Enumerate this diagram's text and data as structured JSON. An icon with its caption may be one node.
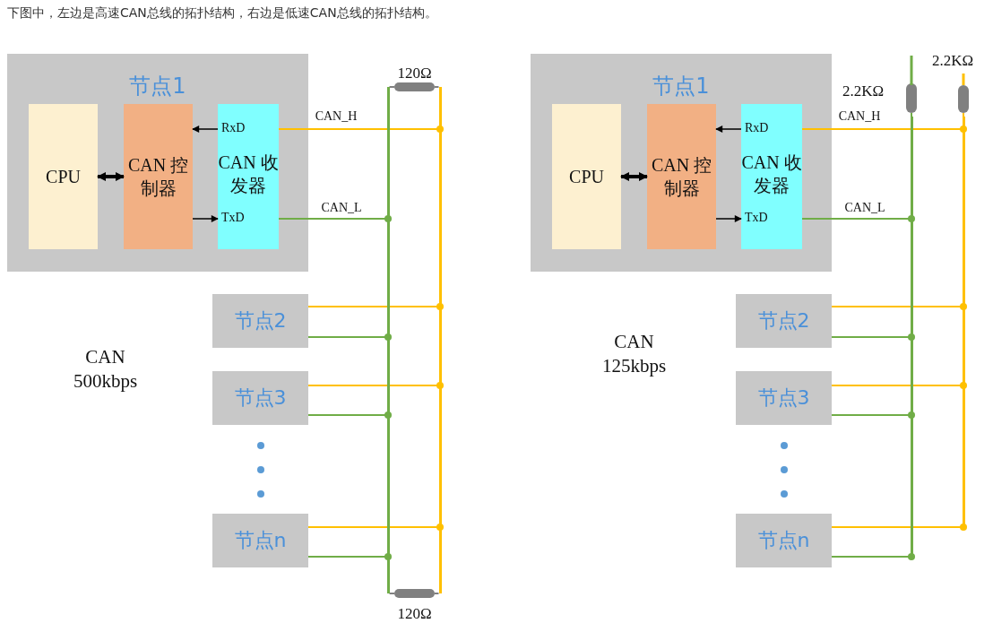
{
  "diagram": {
    "title": "下图中，左边是高速CAN总线的拓扑结构，右边是低速CAN总线的拓扑结构。",
    "nodes": [
      {
        "text": [
          "节点1"
        ]
      },
      {
        "text": [
          "CPU"
        ],
        "in": 0
      },
      {
        "text": [
          "CAN 控制器"
        ],
        "in": 0
      },
      {
        "text": [
          "RxD",
          "CAN 收发器",
          "TxD"
        ],
        "in": 0
      },
      {
        "text": [
          "节点2"
        ]
      },
      {
        "text": [
          "节点3"
        ]
      },
      {
        "text": [
          "节点n"
        ]
      },
      {
        "text": [
          "120Ω"
        ]
      },
      {
        "text": [],
        "shape": "bar"
      },
      {
        "text": [],
        "shape": "bar"
      },
      {
        "text": [
          "120Ω"
        ]
      },
      {
        "text": [
          "节点1"
        ]
      },
      {
        "text": [
          "CPU"
        ],
        "in": 11
      },
      {
        "text": [
          "CAN 控制器"
        ],
        "in": 11
      },
      {
        "text": [
          "RxD",
          "CAN 收发器",
          "TxD"
        ],
        "in": 11
      },
      {
        "text": [
          "节点2"
        ]
      },
      {
        "text": [
          "节点3"
        ]
      },
      {
        "text": [
          "节点n"
        ]
      },
      {
        "text": [
          "2.2KΩ"
        ]
      },
      {
        "text": [
          "2.2KΩ"
        ]
      },
      {
        "text": [],
        "shape": "bar"
      },
      {
        "text": [],
        "shape": "bar"
      }
    ],
    "edges": [
      {
        "from": 1,
        "to": 2,
        "arrow": "both",
        "style": "thick",
        "color": "#000000"
      },
      {
        "from": 3,
        "to": 2,
        "arrow": "to",
        "color": "#000000"
      },
      {
        "from": 2,
        "to": 3,
        "arrow": "to",
        "color": "#000000"
      },
      {
        "from": 3,
        "to": 9,
        "arrow": "other",
        "label": "CAN_H",
        "color": "#ffc000"
      },
      {
        "from": 3,
        "to": 8,
        "arrow": "other",
        "label": "CAN_L",
        "color": "#70ad47"
      },
      {
        "from": 4,
        "to": 9,
        "arrow": "other",
        "color": "#ffc000"
      },
      {
        "from": 4,
        "to": 8,
        "arrow": "other",
        "color": "#70ad47"
      },
      {
        "from": 5,
        "to": 9,
        "arrow": "other",
        "color": "#ffc000"
      },
      {
        "from": 5,
        "to": 8,
        "arrow": "other",
        "color": "#70ad47"
      },
      {
        "from": 6,
        "to": 9,
        "arrow": "other",
        "color": "#ffc000"
      },
      {
        "from": 6,
        "to": 8,
        "arrow": "other",
        "color": "#70ad47"
      },
      {
        "from": 8,
        "to": 7,
        "arrow": "none",
        "color": "#808080"
      },
      {
        "from": 7,
        "to": 9,
        "arrow": "none",
        "color": "#808080"
      },
      {
        "from": 8,
        "to": 10,
        "arrow": "none",
        "color": "#808080"
      },
      {
        "from": 10,
        "to": 9,
        "arrow": "none",
        "color": "#808080"
      },
      {
        "from": 12,
        "to": 13,
        "arrow": "both",
        "style": "thick",
        "color": "#000000"
      },
      {
        "from": 14,
        "to": 13,
        "arrow": "to",
        "color": "#000000"
      },
      {
        "from": 13,
        "to": 14,
        "arrow": "to",
        "color": "#000000"
      },
      {
        "from": 14,
        "to": 21,
        "arrow": "other",
        "label": "CAN_H",
        "color": "#ffc000"
      },
      {
        "from": 14,
        "to": 20,
        "arrow": "other",
        "label": "CAN_L",
        "color": "#70ad47"
      },
      {
        "from": 15,
        "to": 21,
        "arrow": "other",
        "color": "#ffc000"
      },
      {
        "from": 15,
        "to": 20,
        "arrow": "other",
        "color": "#70ad47"
      },
      {
        "from": 16,
        "to": 21,
        "arrow": "other",
        "color": "#ffc000"
      },
      {
        "from": 16,
        "to": 20,
        "arrow": "other",
        "color": "#70ad47"
      },
      {
        "from": 17,
        "to": 21,
        "arrow": "other",
        "color": "#ffc000"
      },
      {
        "from": 17,
        "to": 20,
        "arrow": "other",
        "color": "#70ad47"
      },
      {
        "from": 18,
        "to": 20,
        "arrow": "none",
        "color": "#70ad47"
      },
      {
        "from": 19,
        "to": 21,
        "arrow": "none",
        "color": "#ffc000"
      }
    ],
    "labels": [
      "CAN 500kbps",
      "CAN 125kbps"
    ]
  }
}
